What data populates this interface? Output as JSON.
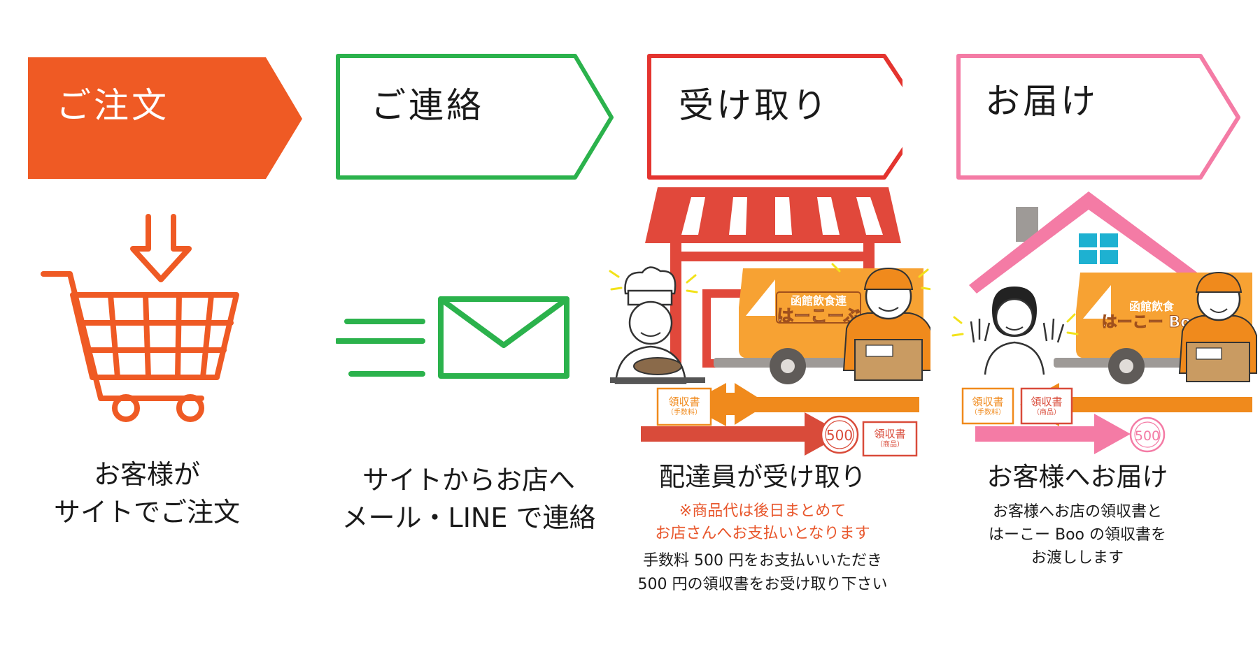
{
  "colors": {
    "order": "#ef5a24",
    "contact": "#2bb24c",
    "pickup": "#e4342f",
    "delivery": "#f47ba5",
    "van": "#f7a233",
    "awning": "#e1483b",
    "arrow_orange": "#f08a1c",
    "arrow_red": "#d94b3a",
    "window": "#1eb1d1"
  },
  "steps": [
    {
      "banner": "ご注文",
      "caption_line1": "お客様が",
      "caption_line2": "サイトでご注文",
      "icon": "shopping-cart-icon"
    },
    {
      "banner": "ご連絡",
      "caption_line1": "サイトからお店へ",
      "caption_line2": "メール・LINE で連絡",
      "icon": "envelope-icon"
    },
    {
      "banner": "受け取り",
      "caption": "配達員が受け取り",
      "note_red_line1": "※商品代は後日まとめて",
      "note_red_line2": "お店さんへお支払いとなります",
      "note_line1": "手数料 500 円をお支払いいただき",
      "note_line2": "500 円の領収書をお受け取り下さい",
      "van_sign_top": "函館飲食連",
      "van_sign_main": "はーこーぶ",
      "receipt_fee": "領収書",
      "receipt_fee_sub": "（手数料）",
      "receipt_goods": "領収書",
      "receipt_goods_sub": "（商品）",
      "coin": "500"
    },
    {
      "banner": "お届け",
      "caption": "お客様へお届け",
      "note_line1": "お客様へお店の領収書と",
      "note_line2": "はーこー Boo の領収書を",
      "note_line3": "お渡しします",
      "van_sign_top": "函館飲食",
      "van_sign_main": "はーこー Boo",
      "receipt_fee": "領収書",
      "receipt_fee_sub": "（手数料）",
      "receipt_goods": "領収書",
      "receipt_goods_sub": "（商品）",
      "coin": "500"
    }
  ]
}
